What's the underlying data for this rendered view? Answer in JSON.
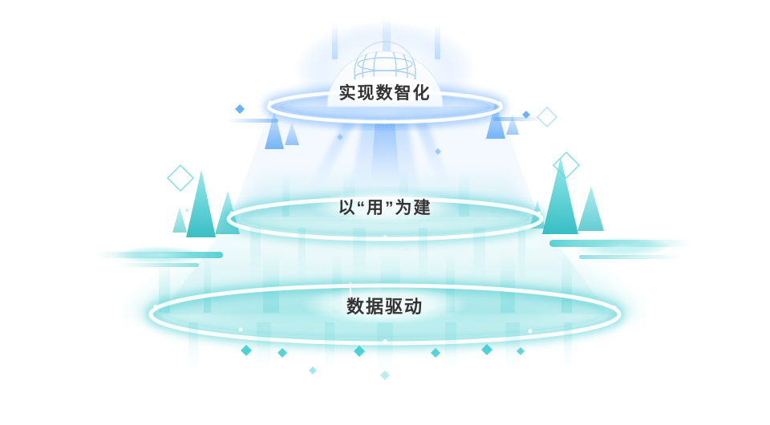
{
  "diagram": {
    "type": "layered-platform-diagram",
    "tiers": [
      {
        "level": "top",
        "label": "实现数智化",
        "accent": "#3f93f6"
      },
      {
        "level": "middle",
        "label": "以“用”为建",
        "accent": "#2fc4c9"
      },
      {
        "level": "bottom",
        "label": "数据驱动",
        "accent": "#2fc4c9"
      }
    ],
    "colors": {
      "blue": "#3f93f6",
      "light_blue": "#9cc8fb",
      "teal": "#2fc4c9",
      "light_teal": "#a9ecee",
      "text": "#333333",
      "background": "#ffffff"
    },
    "icons": {
      "dome_top": "globe-icon"
    }
  }
}
